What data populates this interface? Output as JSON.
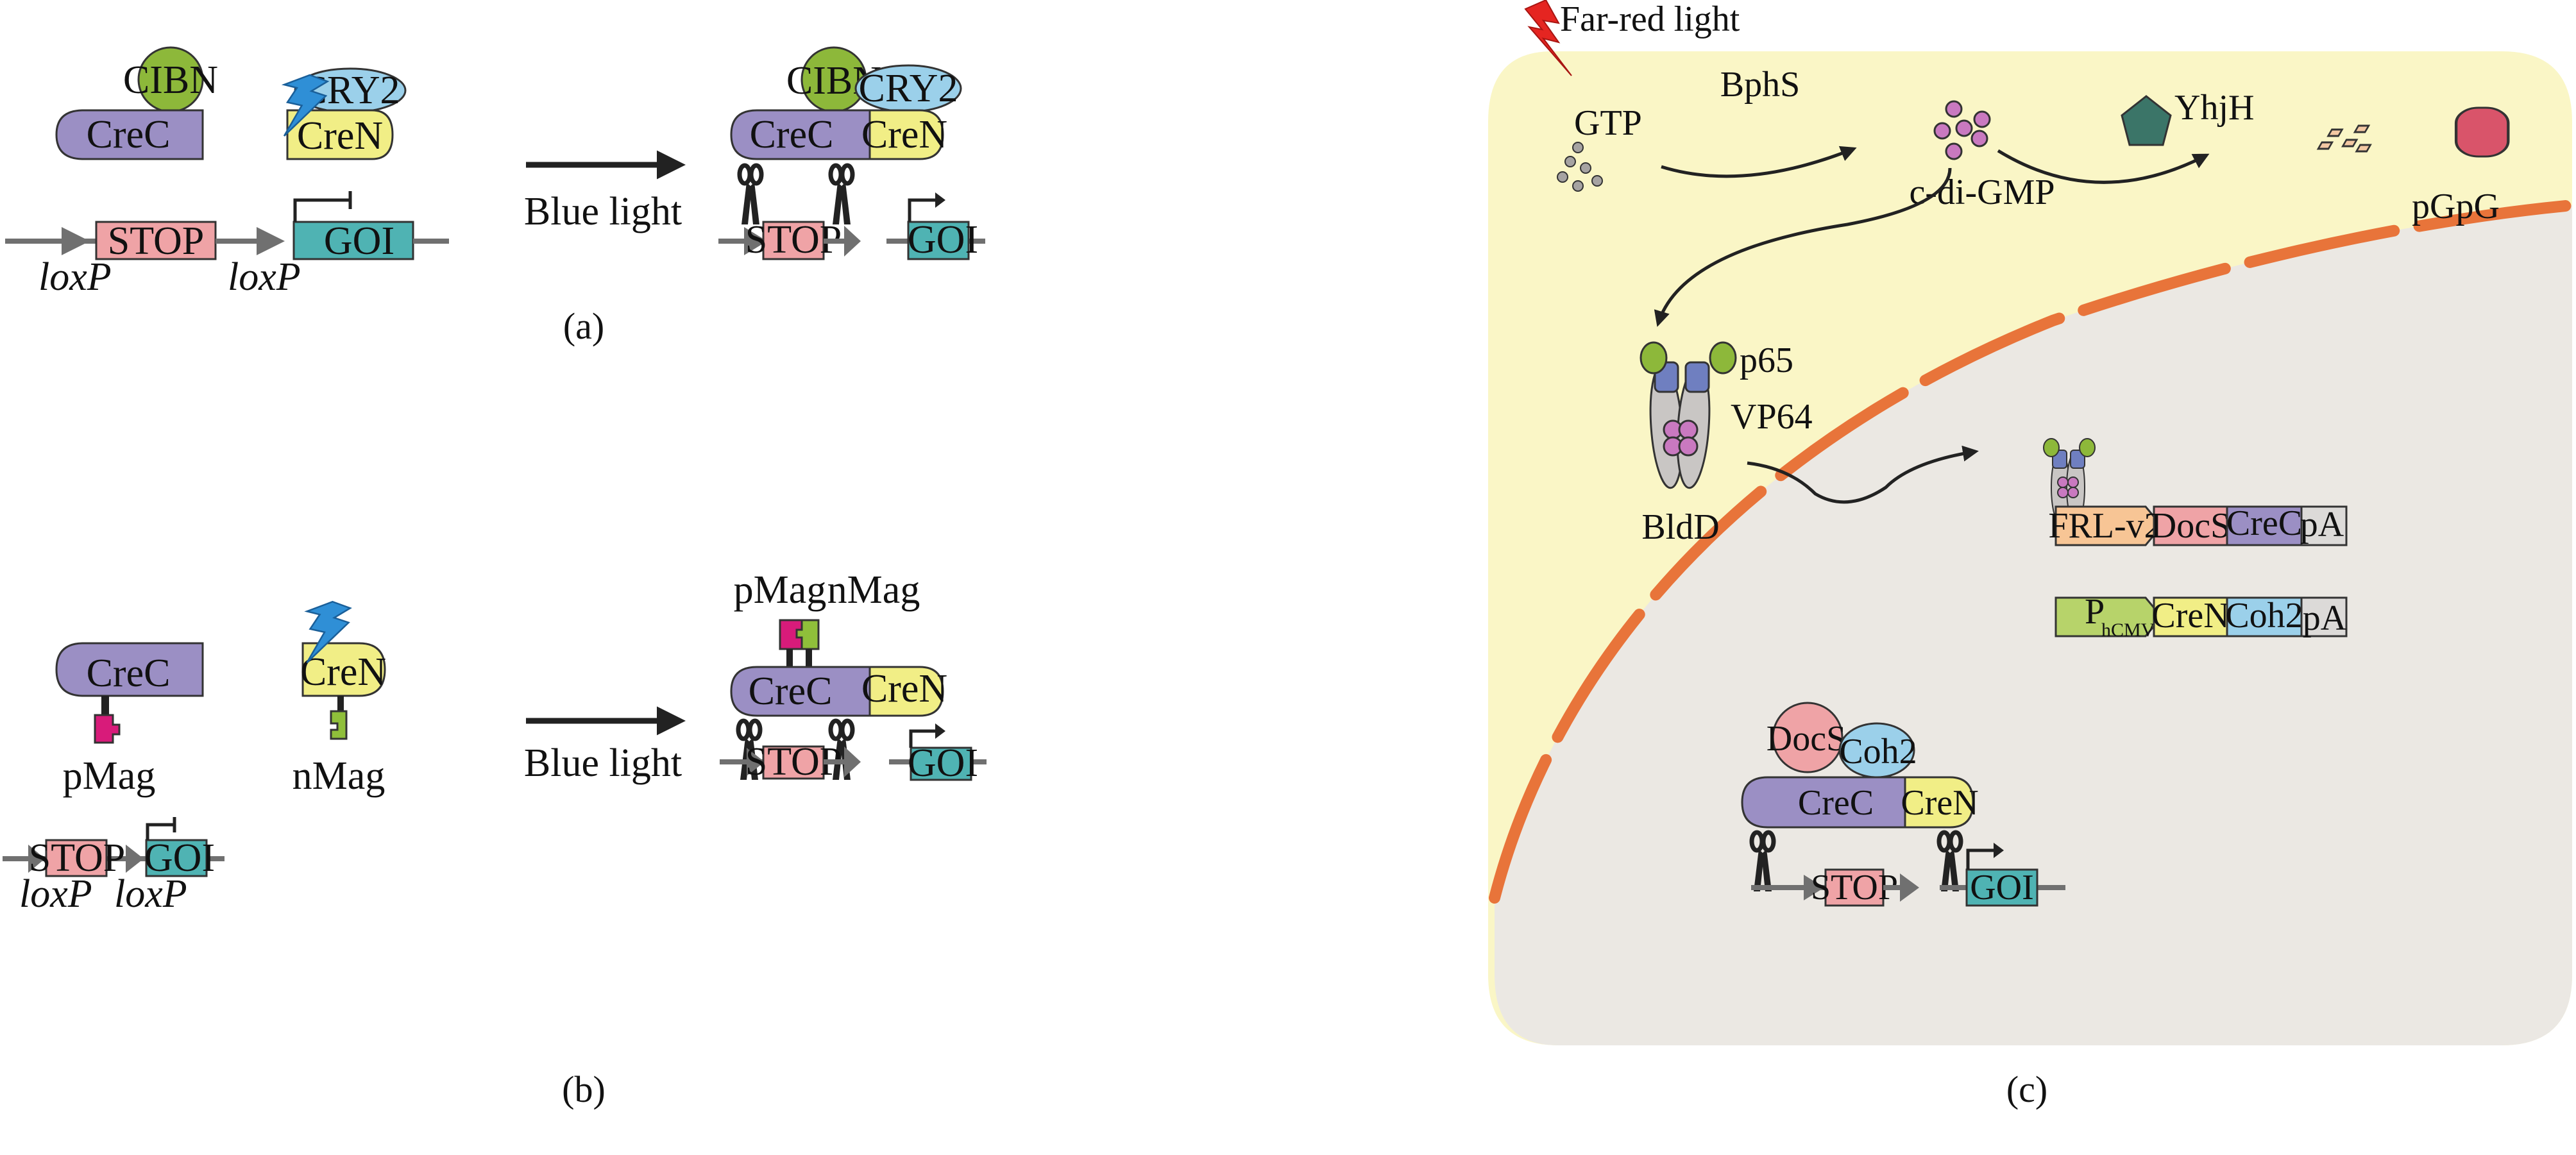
{
  "figure": {
    "colors": {
      "crec": "#9b8fc4",
      "cren": "#f1ee86",
      "cibn": "#8db83a",
      "cry2": "#9bd0ea",
      "stop": "#efa3a6",
      "goi": "#4fb3b3",
      "loxp_arrow": "#707070",
      "blue_light": "#2f8fd6",
      "far_red_light": "#e52521",
      "pmag": "#d81b7a",
      "nmag": "#8fbf3a",
      "cytoplasm": "#faf6c6",
      "nucleus": "#ebe8e3",
      "nuclear_envelope": "#e8743a",
      "bphs": "#d9546a",
      "cdigmp": "#c979c0",
      "gtp": "#a6a3a2",
      "yhjh": "#3b7568",
      "pgpg": "#f3c8a3",
      "p65": "#8db83a",
      "vp64": "#6f7fc0",
      "bldd": "#c9c6c4",
      "frl": "#f7c595",
      "docs": "#efa3a6",
      "coh2": "#9bd0ea",
      "phcmv": "#b7d36a",
      "pa": "#dcdad8"
    },
    "panel_a": {
      "caption": "(a)",
      "before": {
        "cibn": "CIBN",
        "cry2": "CRY2",
        "crec": "CreC",
        "cren": "CreN"
      },
      "stimulus": "Blue light",
      "after": {
        "cibn": "CIBN",
        "cry2": "CRY2",
        "crec": "CreC",
        "cren": "CreN"
      },
      "dna_before": {
        "stop": "STOP",
        "goi": "GOI",
        "loxp_left": "loxP",
        "loxp_right": "loxP"
      },
      "dna_after": {
        "stop": "STOP",
        "goi": "GOI"
      }
    },
    "panel_b": {
      "caption": "(b)",
      "before": {
        "crec": "CreC",
        "cren": "CreN",
        "pmag": "pMag",
        "nmag": "nMag"
      },
      "stimulus": "Blue light",
      "after": {
        "pmag": "pMag",
        "nmag": "nMag",
        "crec": "CreC",
        "cren": "CreN"
      },
      "dna_before": {
        "stop": "STOP",
        "goi": "GOI",
        "loxp_left": "loxP",
        "loxp_right": "loxP"
      },
      "dna_after": {
        "stop": "STOP",
        "goi": "GOI"
      }
    },
    "panel_c": {
      "caption": "(c)",
      "stimulus": "Far-red light",
      "bphs": "BphS",
      "gtp": "GTP",
      "cdigmp": "c-di-GMP",
      "yhjh": "YhjH",
      "pgpg": "pGpG",
      "p65": "p65",
      "vp64": "VP64",
      "bldd": "BldD",
      "construct1": [
        "FRL-v2",
        "DocS",
        "CreC",
        "pA"
      ],
      "construct2": {
        "promoter_main": "P",
        "promoter_sub": "hCMV",
        "parts": [
          "CreN",
          "Coh2",
          "pA"
        ]
      },
      "complex": {
        "docs": "DocS",
        "coh2": "Coh2",
        "crec": "CreC",
        "cren": "CreN"
      },
      "dna": {
        "stop": "STOP",
        "goi": "GOI"
      }
    }
  }
}
